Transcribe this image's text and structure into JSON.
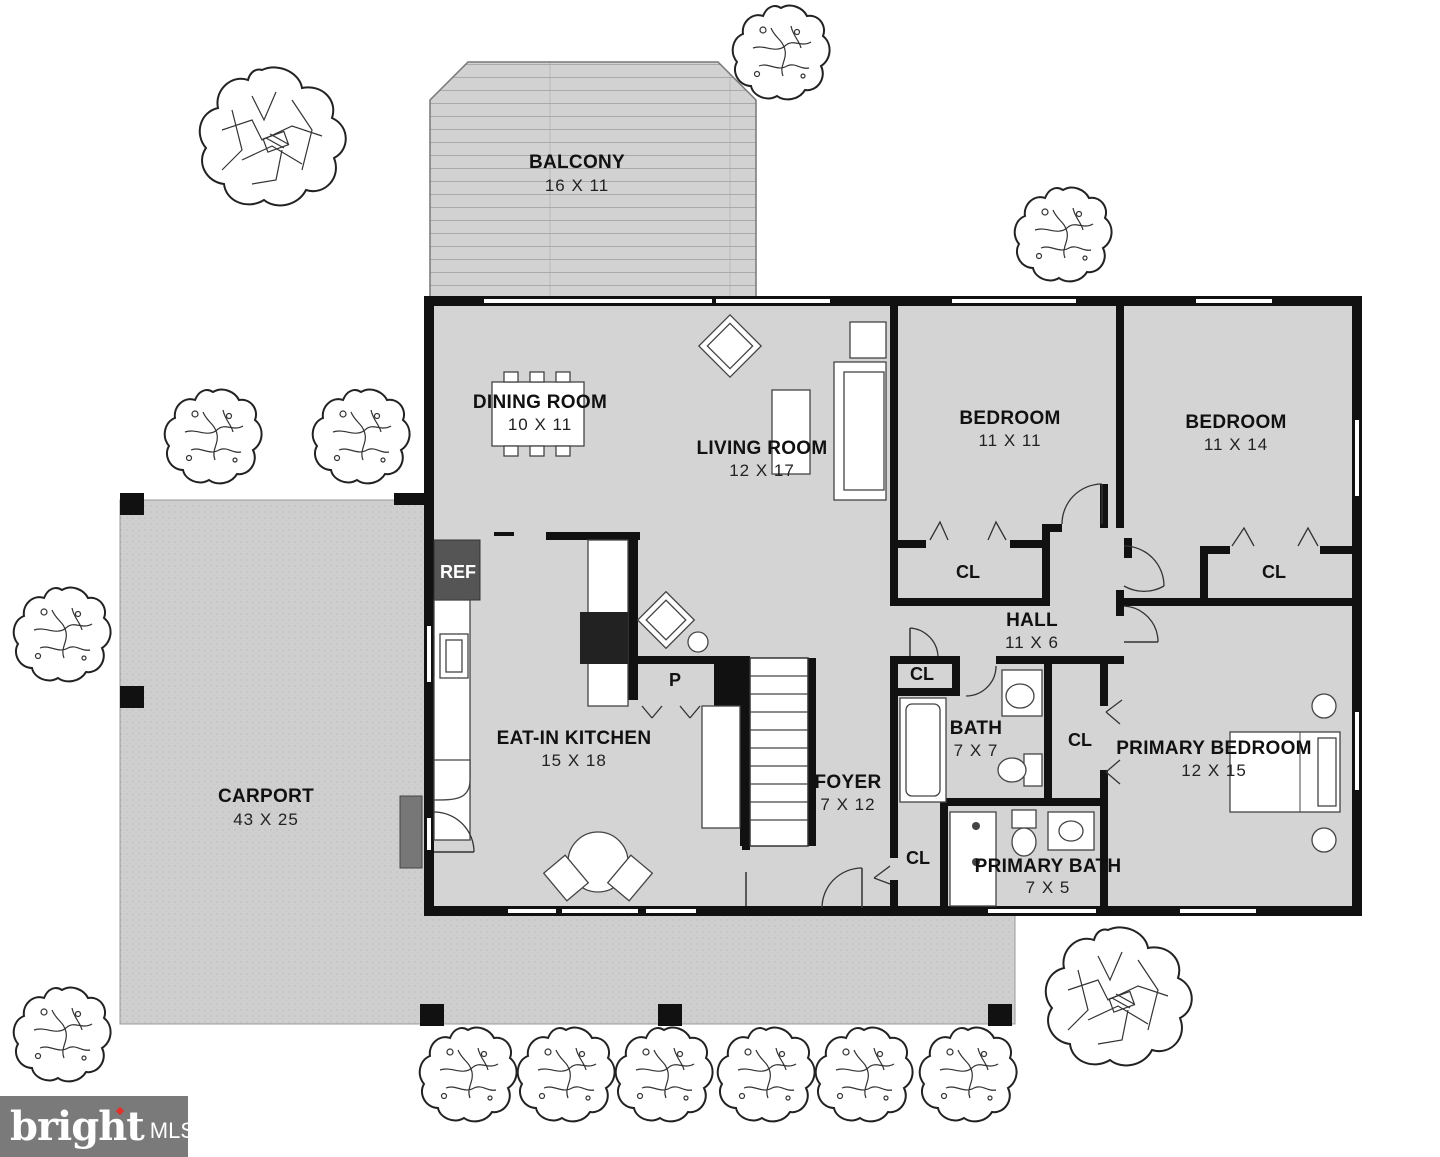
{
  "rooms": {
    "balcony": {
      "name": "BALCONY",
      "dim": "16 X 11"
    },
    "dining": {
      "name": "DINING ROOM",
      "dim": "10 X 11"
    },
    "living": {
      "name": "LIVING ROOM",
      "dim": "12 X 17"
    },
    "bedroom1": {
      "name": "BEDROOM",
      "dim": "11 X 11"
    },
    "bedroom2": {
      "name": "BEDROOM",
      "dim": "11 X 14"
    },
    "hall": {
      "name": "HALL",
      "dim": "11 X 6"
    },
    "kitchen": {
      "name": "EAT-IN KITCHEN",
      "dim": "15 X 18"
    },
    "foyer": {
      "name": "FOYER",
      "dim": "7 X 12"
    },
    "bath": {
      "name": "BATH",
      "dim": "7 X 7"
    },
    "primary_bedroom": {
      "name": "PRIMARY BEDROOM",
      "dim": "12 X 15"
    },
    "primary_bath": {
      "name": "PRIMARY BATH",
      "dim": "7 X 5"
    },
    "carport": {
      "name": "CARPORT",
      "dim": "43 X 25"
    }
  },
  "labels": {
    "closet": "CL",
    "pantry": "P",
    "refrigerator": "REF"
  },
  "watermark": {
    "brand": "bright",
    "suffix": "MLS"
  },
  "colors": {
    "floor": "#d4d4d4",
    "wall": "#111111",
    "deck": "#c8c8c8",
    "carport": "#cfcfcf"
  }
}
